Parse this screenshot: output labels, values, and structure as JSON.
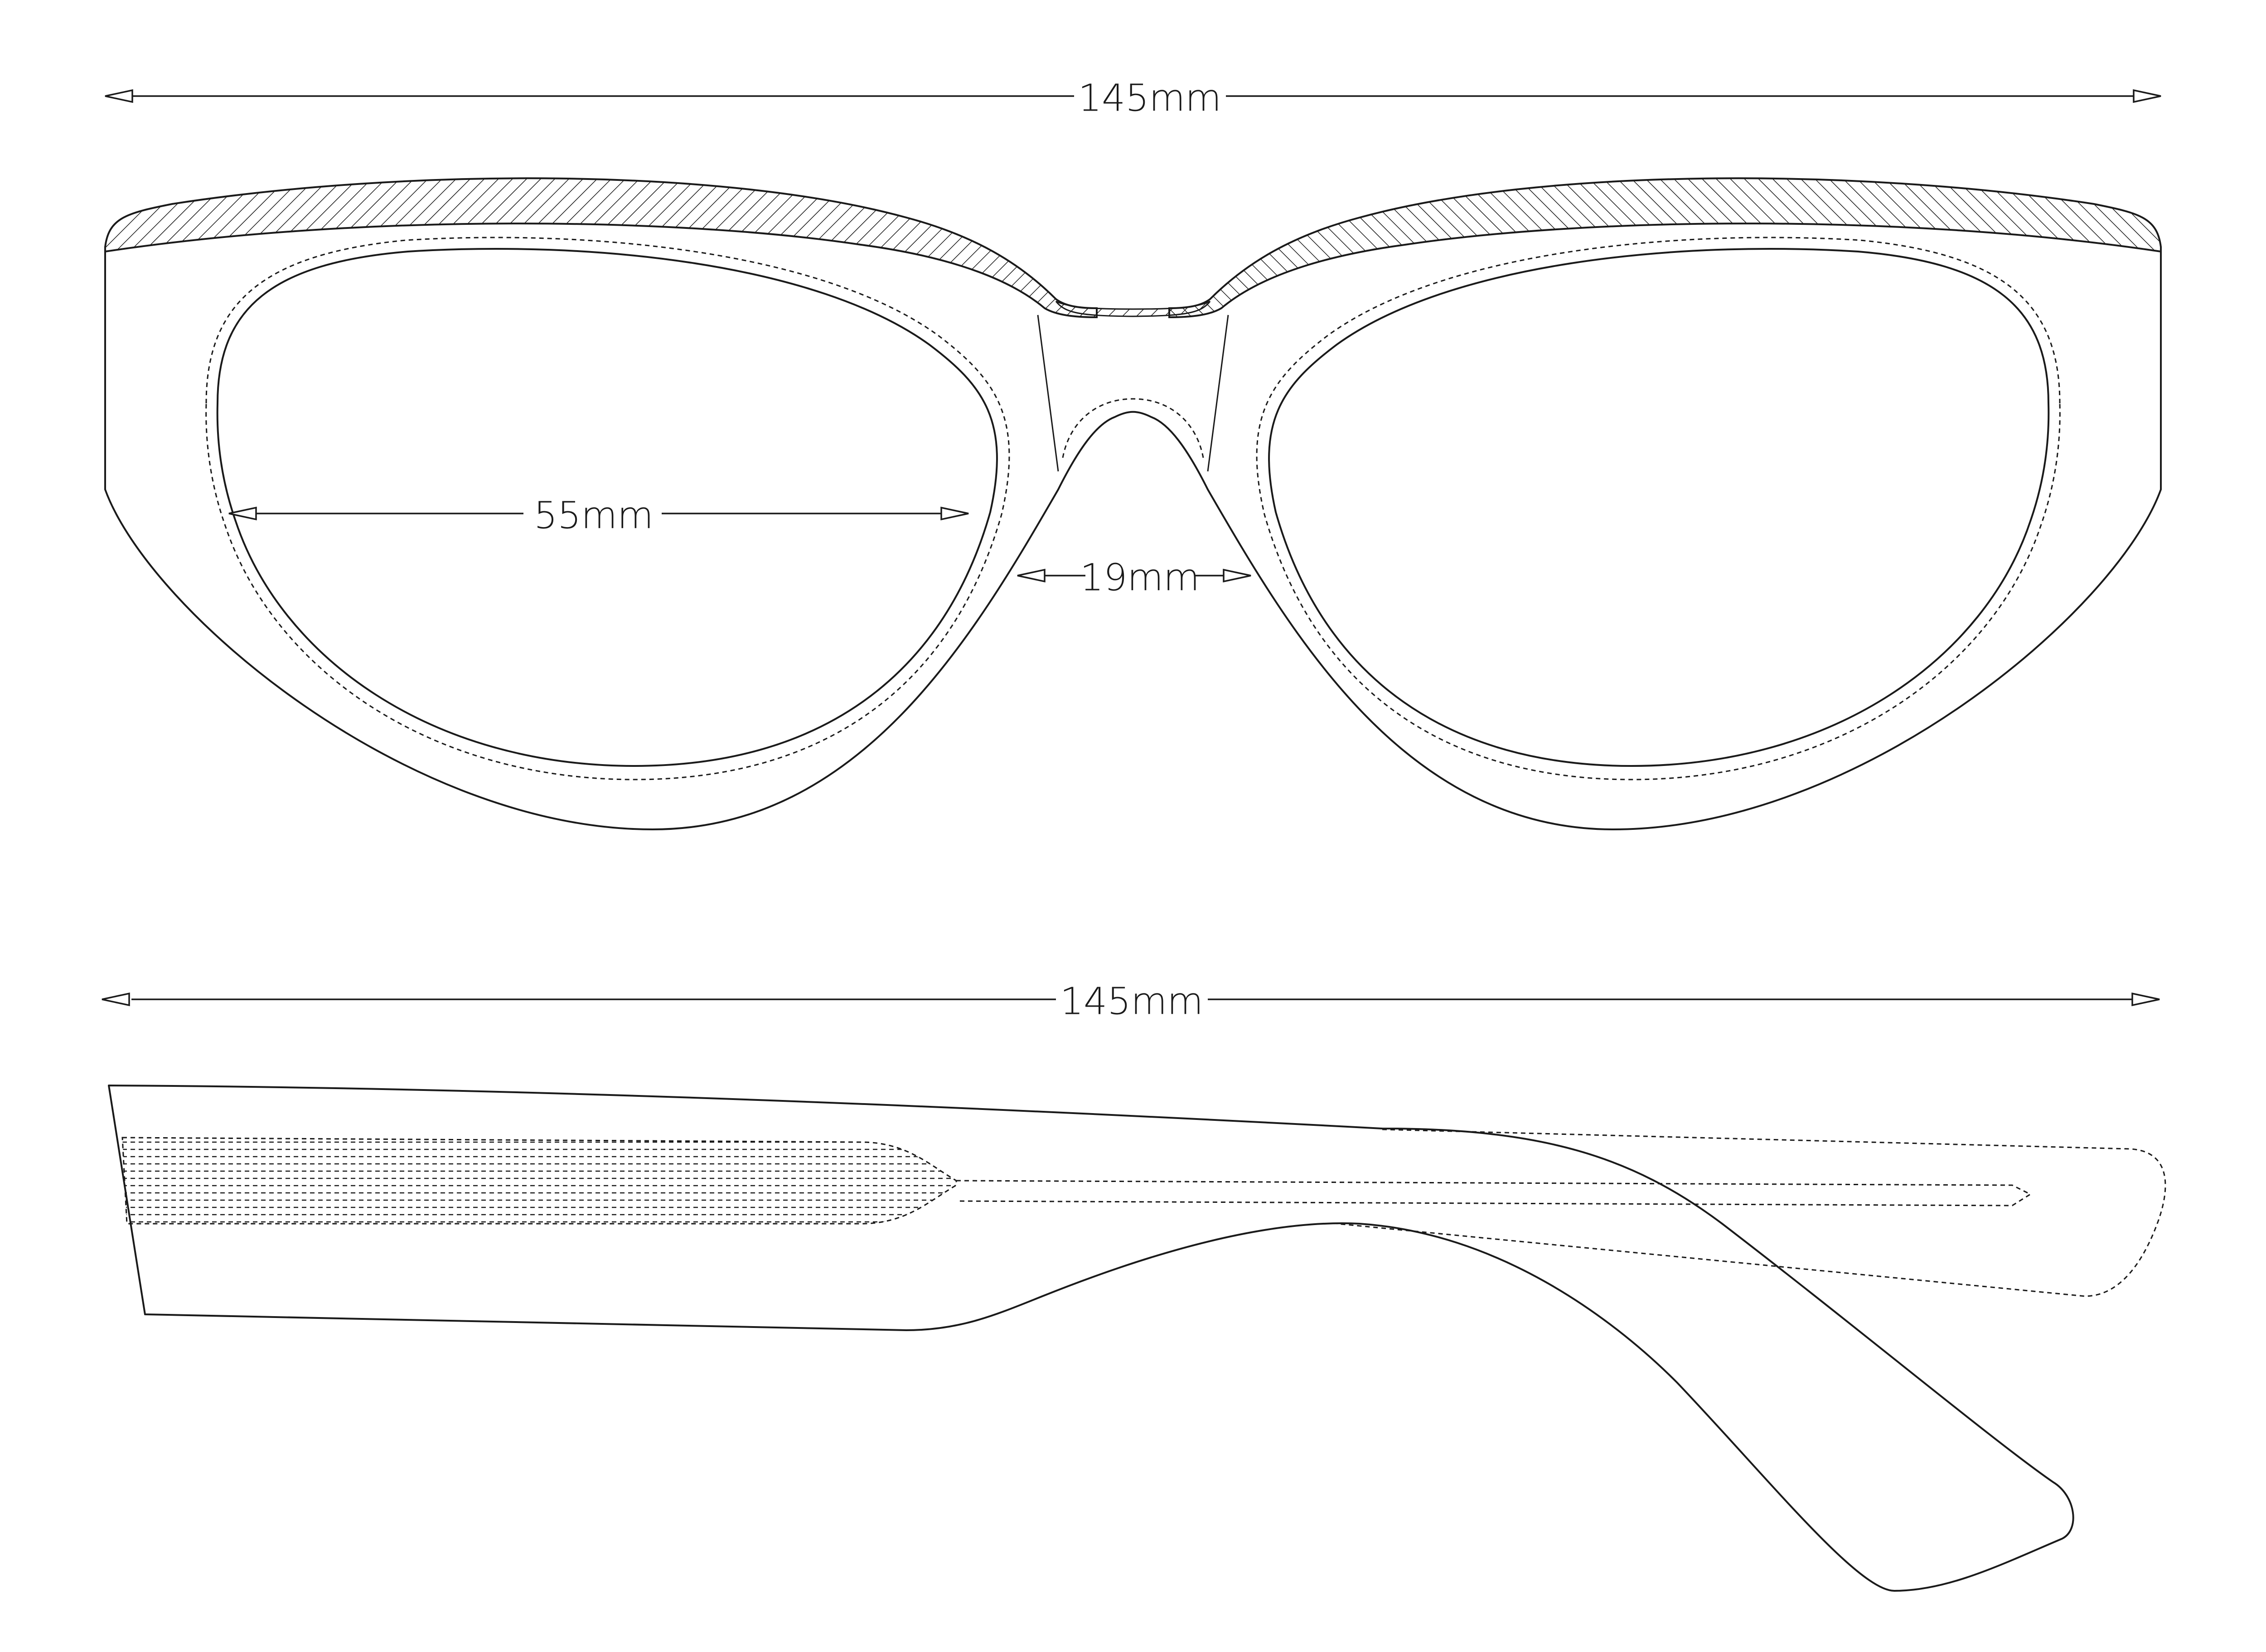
{
  "dimensions": {
    "front_total_width": "145mm",
    "lens_width": "55mm",
    "bridge_width": "19mm",
    "temple_length": "145mm"
  },
  "colors": {
    "line": "#1a1a1a",
    "background": "#ffffff"
  }
}
